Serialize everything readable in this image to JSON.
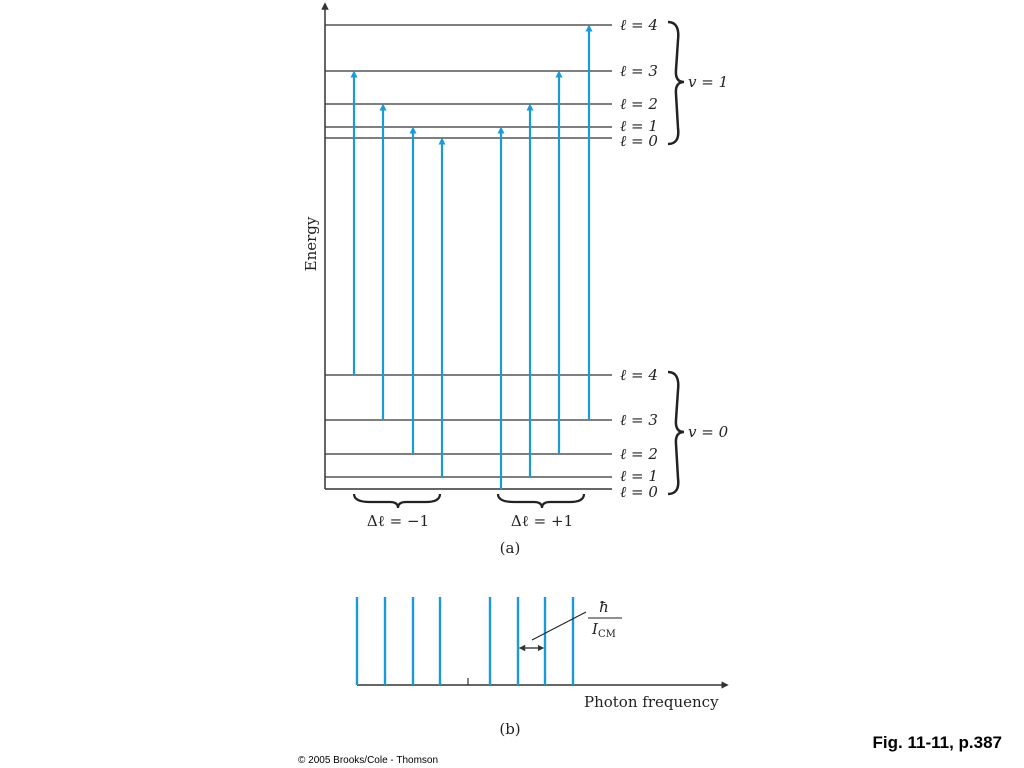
{
  "axis": {
    "energy_label": "Energy"
  },
  "upper": {
    "vibrational_label": "v = 1",
    "levels": [
      "ℓ = 4",
      "ℓ = 3",
      "ℓ = 2",
      "ℓ = 1",
      "ℓ = 0"
    ]
  },
  "lower": {
    "vibrational_label": "v = 0",
    "levels": [
      "ℓ = 4",
      "ℓ = 3",
      "ℓ = 2",
      "ℓ = 1",
      "ℓ = 0"
    ]
  },
  "branches": {
    "minus": "Δℓ = −1",
    "plus": "Δℓ = +1"
  },
  "panel_a_caption": "(a)",
  "panel_b": {
    "caption": "(b)",
    "xlabel": "Photon frequency",
    "spacing_numerator": "ħ",
    "spacing_denominator": "I",
    "spacing_subscript": "CM"
  },
  "colors": {
    "transition": "#1a9bd7",
    "line": "#333333"
  },
  "footer": {
    "figure_ref": "Fig. 11-11, p.387",
    "copyright": "© 2005 Brooks/Cole - Thomson"
  }
}
